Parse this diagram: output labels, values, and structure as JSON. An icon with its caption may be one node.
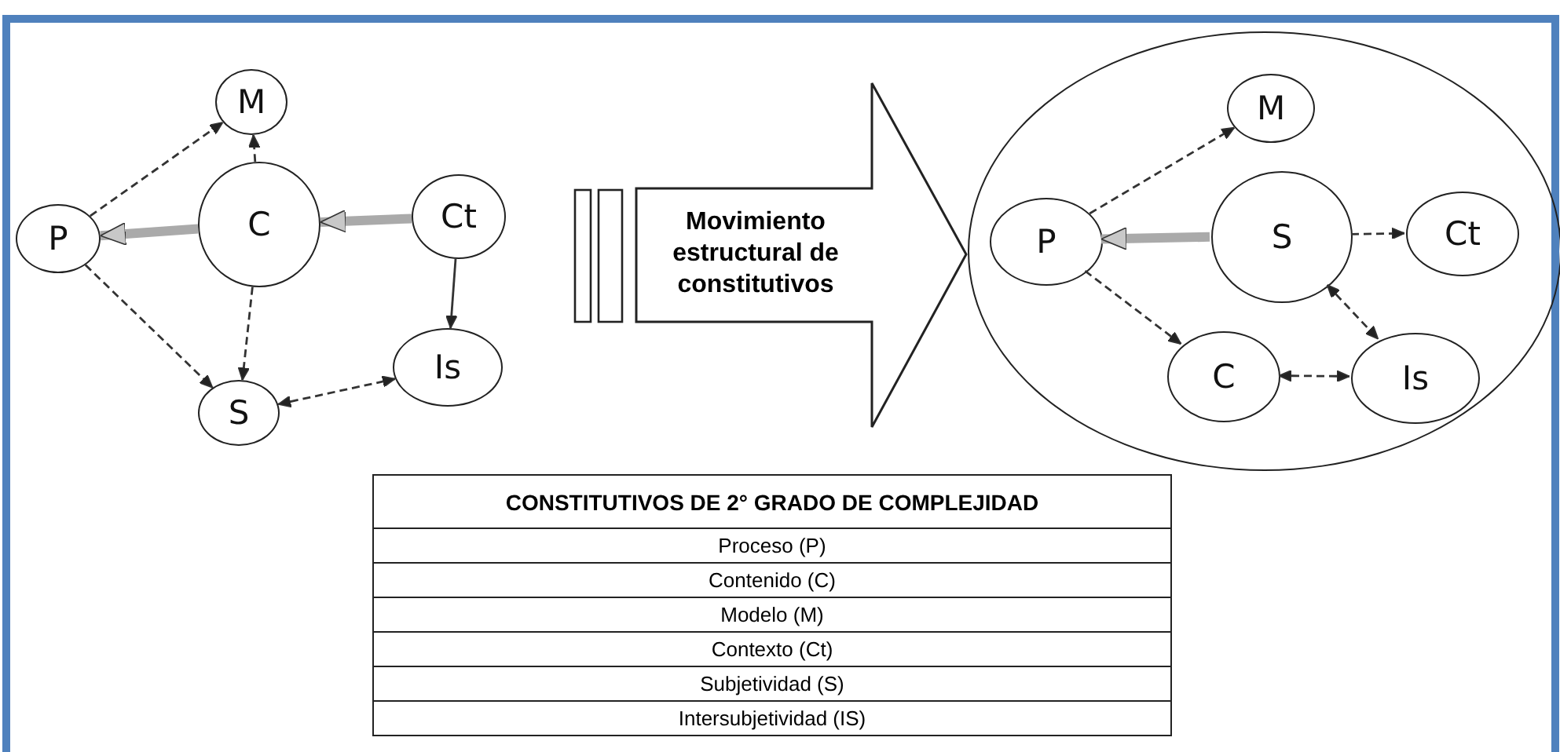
{
  "diagram": {
    "nodes": [
      {
        "text": [
          "M"
        ]
      },
      {
        "text": [
          "P"
        ]
      },
      {
        "text": [
          "C"
        ]
      },
      {
        "text": [
          "Ct"
        ]
      },
      {
        "text": [
          "Is"
        ]
      },
      {
        "text": [
          "S"
        ]
      },
      {
        "text": [
          "Movimiento estructural de constitutivos"
        ]
      },
      {
        "text": [],
        "shape": "circle"
      },
      {
        "text": [
          "M"
        ],
        "in": 7
      },
      {
        "text": [
          "P"
        ],
        "in": 7
      },
      {
        "text": [
          "S"
        ],
        "in": 7
      },
      {
        "text": [
          "Ct"
        ],
        "in": 7
      },
      {
        "text": [
          "C"
        ],
        "in": 7
      },
      {
        "text": [
          "Is"
        ],
        "in": 7
      }
    ],
    "edges": [
      {
        "from": 1,
        "to": 0,
        "arrow": "to",
        "style": "dashed"
      },
      {
        "from": 2,
        "to": 0,
        "arrow": "to",
        "style": "dashed"
      },
      {
        "from": 2,
        "to": 1,
        "arrow": "to",
        "style": "thick",
        "color": "#aaaaaa"
      },
      {
        "from": 3,
        "to": 2,
        "arrow": "to",
        "style": "thick",
        "color": "#aaaaaa"
      },
      {
        "from": 1,
        "to": 5,
        "arrow": "to",
        "style": "dashed"
      },
      {
        "from": 2,
        "to": 5,
        "arrow": "to",
        "style": "dashed"
      },
      {
        "from": 3,
        "to": 4,
        "arrow": "to"
      },
      {
        "from": 5,
        "to": 4,
        "arrow": "both",
        "style": "dashed"
      },
      {
        "from": 9,
        "to": 8,
        "arrow": "to",
        "style": "dashed"
      },
      {
        "from": 10,
        "to": 9,
        "arrow": "to",
        "style": "thick",
        "color": "#aaaaaa"
      },
      {
        "from": 10,
        "to": 11,
        "arrow": "to",
        "style": "dashed"
      },
      {
        "from": 9,
        "to": 12,
        "arrow": "to",
        "style": "dashed"
      },
      {
        "from": 10,
        "to": 13,
        "arrow": "both",
        "style": "dashed"
      },
      {
        "from": 12,
        "to": 13,
        "arrow": "both",
        "style": "dashed"
      }
    ],
    "labels": [
      "CONSTITUTIVOS DE 2° GRADO DE COMPLEJIDAD",
      "Proceso (P)",
      "Contenido (C)",
      "Modelo (M)",
      "Contexto (Ct)",
      "Subjetividad (S)",
      "Intersubjetividad (IS)"
    ]
  }
}
